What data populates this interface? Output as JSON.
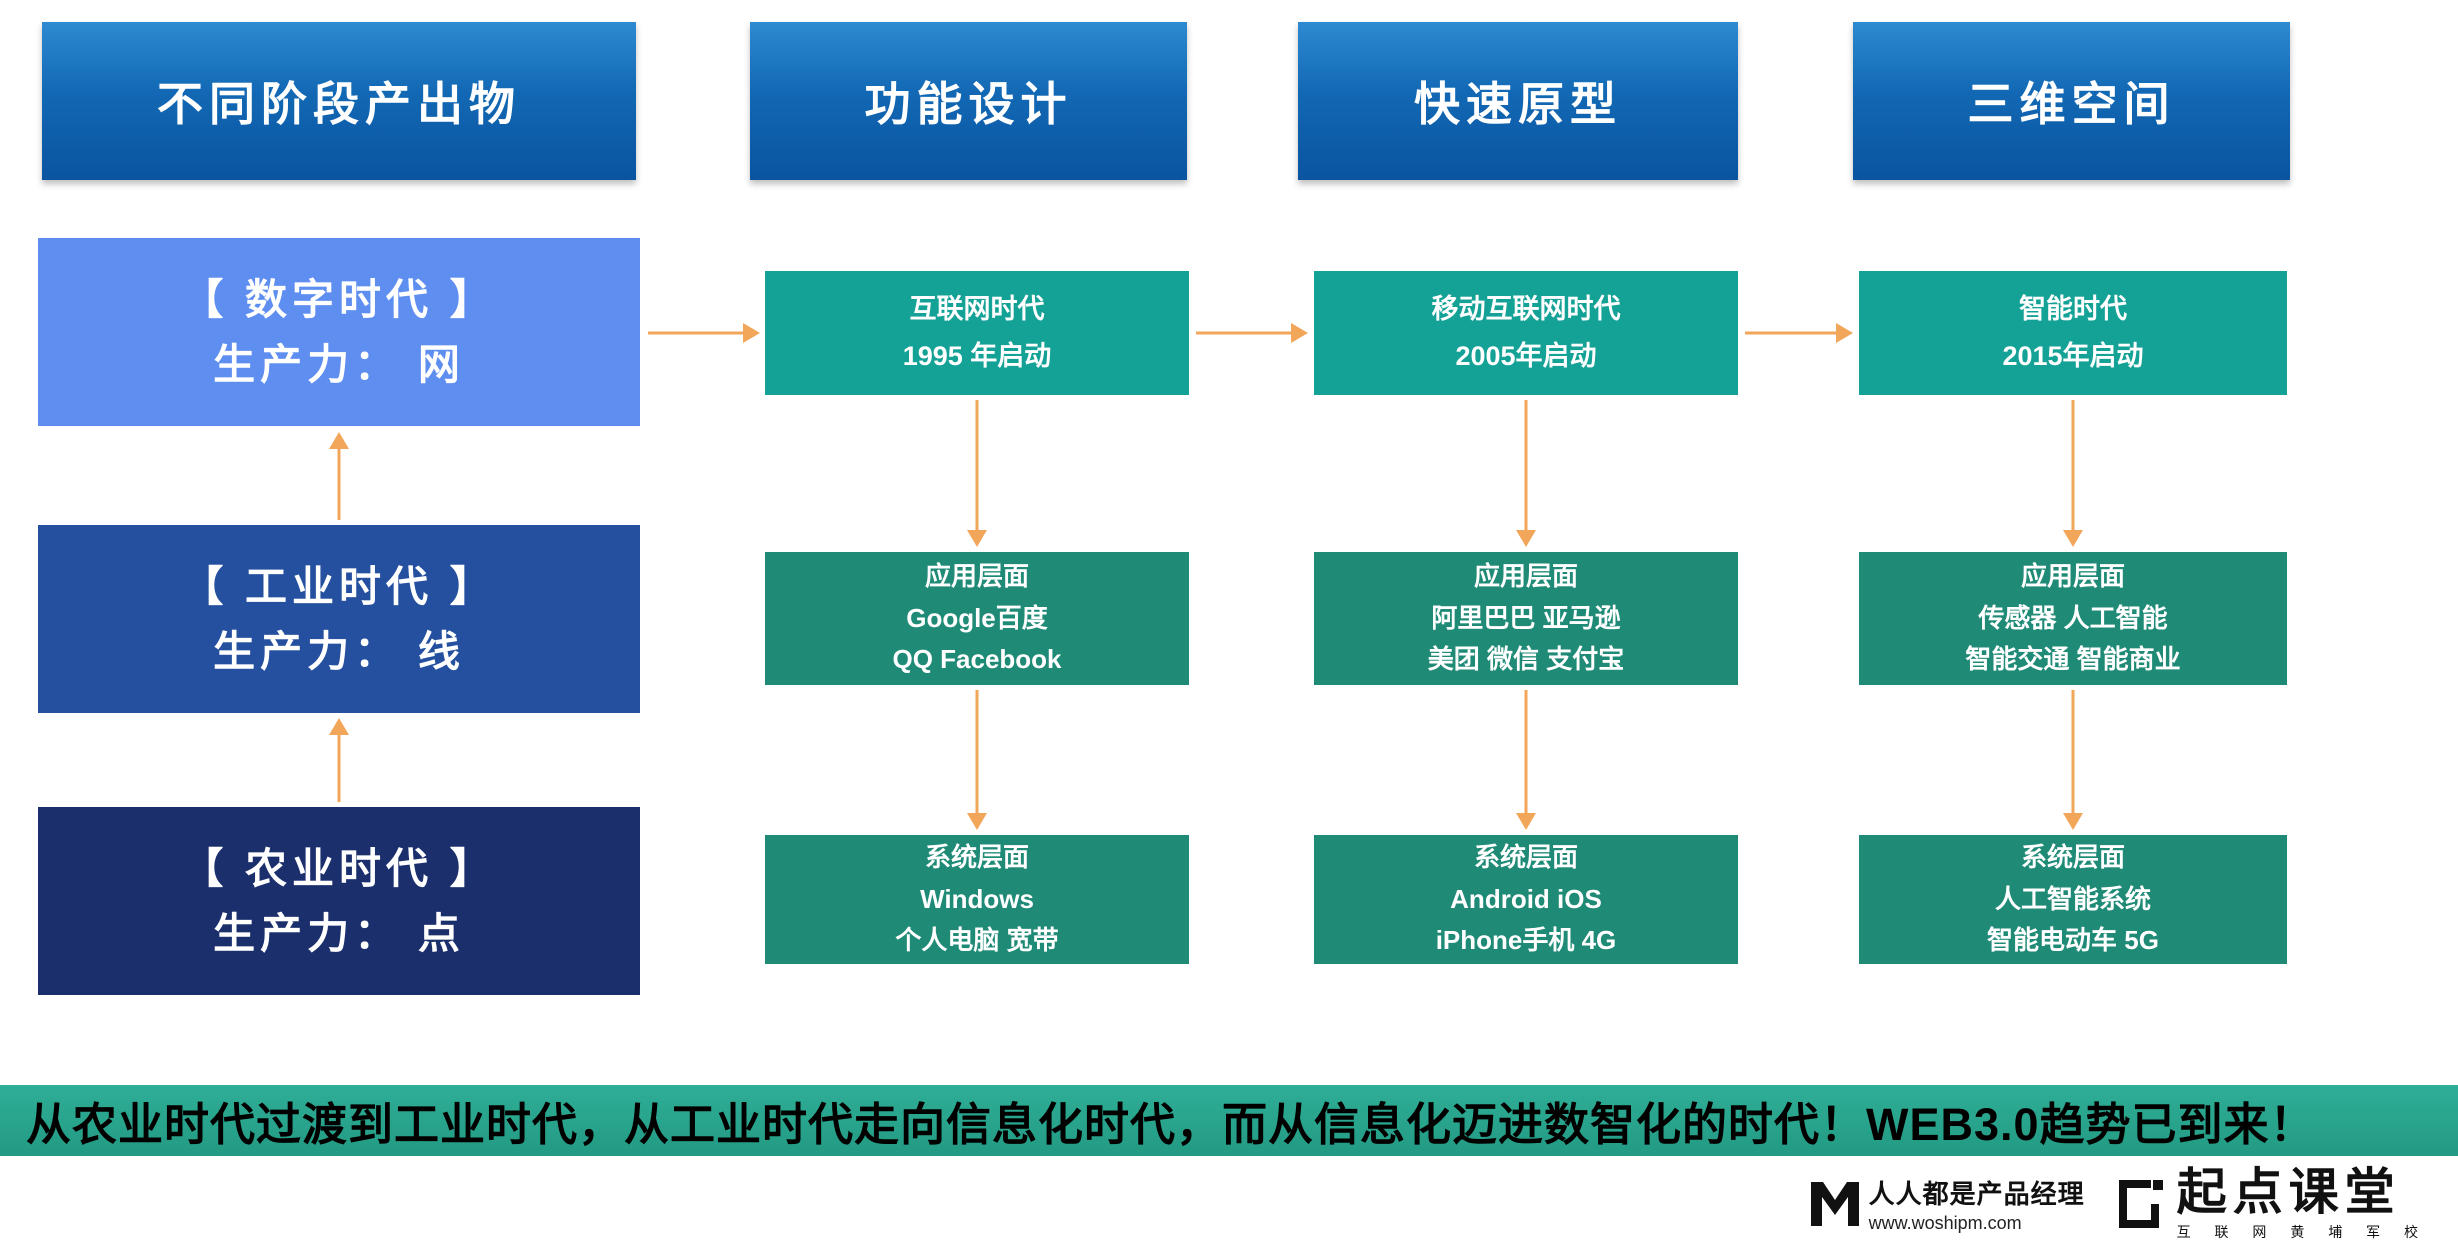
{
  "headers": [
    {
      "label": "不同阶段产出物"
    },
    {
      "label": "功能设计"
    },
    {
      "label": "快速原型"
    },
    {
      "label": "三维空间"
    }
  ],
  "eras": [
    {
      "title": "【 数字时代 】",
      "subtitle": "生产力： 网"
    },
    {
      "title": "【 工业时代 】",
      "subtitle": "生产力： 线"
    },
    {
      "title": "【 农业时代 】",
      "subtitle": "生产力： 点"
    }
  ],
  "columns": [
    {
      "stage": {
        "line1": "互联网时代",
        "line2": "1995 年启动"
      },
      "app": {
        "line1": "应用层面",
        "line2": "Google百度",
        "line3": "QQ Facebook"
      },
      "system": {
        "line1": "系统层面",
        "line2": "Windows",
        "line3": "个人电脑 宽带"
      }
    },
    {
      "stage": {
        "line1": "移动互联网时代",
        "line2": "2005年启动"
      },
      "app": {
        "line1": "应用层面",
        "line2": "阿里巴巴 亚马逊",
        "line3": "美团 微信 支付宝"
      },
      "system": {
        "line1": "系统层面",
        "line2": "Android iOS",
        "line3": "iPhone手机 4G"
      }
    },
    {
      "stage": {
        "line1": "智能时代",
        "line2": "2015年启动"
      },
      "app": {
        "line1": "应用层面",
        "line2": "传感器 人工智能",
        "line3": "智能交通 智能商业"
      },
      "system": {
        "line1": "系统层面",
        "line2": "人工智能系统",
        "line3": "智能电动车 5G"
      }
    }
  ],
  "banner": {
    "text": "从农业时代过渡到工业时代，从工业时代走向信息化时代，而从信息化迈进数智化的时代！WEB3.0趋势已到来！"
  },
  "footer": {
    "brand1_name": "人人都是产品经理",
    "brand1_url": "www.woshipm.com",
    "brand2_name": "起点课堂",
    "brand2_sub": "互 联 网 黄 埔 军 校"
  },
  "colors": {
    "header_blue_top": "#2e8ad1",
    "header_blue_bottom": "#0a54a0",
    "era_digital": "#5e8ef0",
    "era_industrial": "#24509f",
    "era_agricultural": "#1b2f6d",
    "stage_teal": "#14a296",
    "layer_green": "#1f8b77",
    "arrow_orange": "#f2a65a",
    "banner_teal": "#2fae97",
    "text_white": "#ffffff",
    "text_black": "#000000"
  }
}
